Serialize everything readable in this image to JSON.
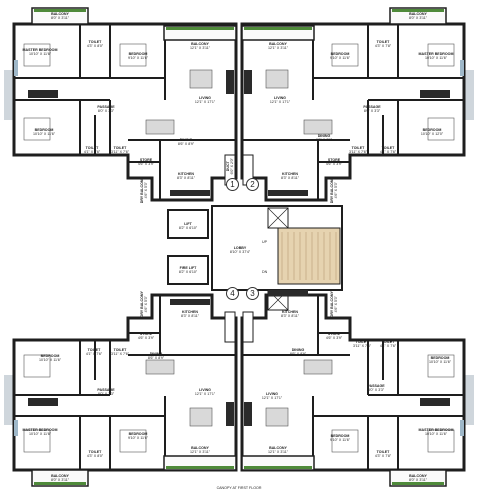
{
  "rooms": {
    "tl_balcony": {
      "name": "BALCONY",
      "dim": "8'0\" X 3'11\""
    },
    "tl_master": {
      "name": "MASTER BEDROOM",
      "dim": "10'10\" X 11'6\""
    },
    "tl_toilet_top": {
      "name": "TOILET",
      "dim": "4'3\" X 8'0\""
    },
    "tl_bedroom1": {
      "name": "BEDROOM",
      "dim": "9'10\" X 11'6\""
    },
    "tl_balcony2": {
      "name": "BALCONY",
      "dim": "12'1\" X 3'11\""
    },
    "tl_living": {
      "name": "LIVING",
      "dim": "12'1\" X 17'1\""
    },
    "tl_passage": {
      "name": "PASSAGE",
      "dim": "8'0\" X 3'3\""
    },
    "tl_bedroom2": {
      "name": "BEDROOM",
      "dim": "10'10\" X 11'6\""
    },
    "tl_toilet_a": {
      "name": "TOILET",
      "dim": "4'1\" X 7'6\""
    },
    "tl_toilet_b": {
      "name": "TOILET",
      "dim": "3'11\" X 7'6\""
    },
    "tl_dining": {
      "name": "DINING",
      "dim": "8'6\" X 8'9\""
    },
    "tl_store": {
      "name": "STORE",
      "dim": "4'6\" X 3'9\""
    },
    "tl_kitchen": {
      "name": "KITCHEN",
      "dim": "8'3\" X 8'11\""
    },
    "tl_dry": {
      "name": "DRY BALCONY",
      "dim": "4'6\" X 5'3\""
    },
    "tr_balcony": {
      "name": "BALCONY",
      "dim": "8'0\" X 3'11\""
    },
    "tr_master": {
      "name": "MASTER BEDROOM",
      "dim": "10'10\" X 11'6\""
    },
    "tr_toilet_top": {
      "name": "TOILET",
      "dim": "4'3\" X 7'8\""
    },
    "tr_bedroom1": {
      "name": "BEDROOM",
      "dim": "9'10\" X 11'6\""
    },
    "tr_balcony2": {
      "name": "BALCONY",
      "dim": "12'1\" X 3'11\""
    },
    "tr_living": {
      "name": "LIVING",
      "dim": "12'1\" X 17'1\""
    },
    "tr_passage": {
      "name": "PASSAGE",
      "dim": "8'0\" X 3'3\""
    },
    "tr_bedroom2": {
      "name": "BEDROOM",
      "dim": "10'10\" X 12'0\""
    },
    "tr_toilet_a": {
      "name": "TOILET",
      "dim": "4'1\" X 7'6\""
    },
    "tr_toilet_b": {
      "name": "TOILET",
      "dim": "3'11\" X 7'6\""
    },
    "tr_dining": {
      "name": "DINING",
      "dim": "8'6\" X 8'9\""
    },
    "tr_store": {
      "name": "STORE",
      "dim": "4'6\" X 3'9\""
    },
    "tr_kitchen": {
      "name": "KITCHEN",
      "dim": "8'3\" X 8'11\""
    },
    "tr_dry": {
      "name": "DRY BALCONY",
      "dim": "4'6\" X 5'3\""
    },
    "lift1": {
      "name": "LIFT",
      "dim": "8'2\" X 6'10\""
    },
    "firelift": {
      "name": "FIRE LIFT",
      "dim": "8'2\" X 6'10\""
    },
    "lobby": {
      "name": "LOBBY",
      "dim": "8'10\" X 37'4\""
    },
    "ducts": {
      "name": "DUCT",
      "dim": "6'0\" X 2'0\""
    },
    "bl_dry": {
      "name": "DRY BALCONY",
      "dim": "4'6\" X 5'3\""
    },
    "bl_kitchen": {
      "name": "KITCHEN",
      "dim": "8'3\" X 8'11\""
    },
    "bl_store": {
      "name": "STORE",
      "dim": "4'6\" X 3'9\""
    },
    "bl_dining": {
      "name": "DINING",
      "dim": "8'6\" X 8'9\""
    },
    "bl_bedroom2": {
      "name": "BEDROOM",
      "dim": "10'10\" X 11'6\""
    },
    "bl_toilet_a": {
      "name": "TOILET",
      "dim": "4'1\" X 7'6\""
    },
    "bl_toilet_b": {
      "name": "TOILET",
      "dim": "3'11\" X 7'6\""
    },
    "bl_passage": {
      "name": "PASSAGE",
      "dim": "8'0\" X 3'3\""
    },
    "bl_living": {
      "name": "LIVING",
      "dim": "12'1\" X 17'1\""
    },
    "bl_master": {
      "name": "MASTER BEDROOM",
      "dim": "10'10\" X 11'6\""
    },
    "bl_bedroom1": {
      "name": "BEDROOM",
      "dim": "9'10\" X 11'6\""
    },
    "bl_toilet_bot": {
      "name": "TOILET",
      "dim": "4'3\" X 8'0\""
    },
    "bl_balcony": {
      "name": "BALCONY",
      "dim": "8'0\" X 3'11\""
    },
    "bl_balcony2": {
      "name": "BALCONY",
      "dim": "12'1\" X 3'11\""
    },
    "br_dry": {
      "name": "DRY BALCONY",
      "dim": "4'6\" X 5'3\""
    },
    "br_kitchen": {
      "name": "KITCHEN",
      "dim": "8'3\" X 8'11\""
    },
    "br_store": {
      "name": "STORE",
      "dim": "4'6\" X 3'9\""
    },
    "br_dining": {
      "name": "DINING",
      "dim": "8'6\" X 8'9\""
    },
    "br_bedroom2": {
      "name": "BEDROOM",
      "dim": "10'10\" X 11'6\""
    },
    "br_toilet_a": {
      "name": "TOILET",
      "dim": "3'11\" X 7'6\""
    },
    "br_toilet_b": {
      "name": "TOILET",
      "dim": "4'1\" X 7'6\""
    },
    "br_passage": {
      "name": "PASSAGE",
      "dim": "8'0\" X 3'3\""
    },
    "br_living": {
      "name": "LIVING",
      "dim": "12'1\" X 17'1\""
    },
    "br_master": {
      "name": "MASTER BEDROOM",
      "dim": "10'10\" X 11'6\""
    },
    "br_bedroom1": {
      "name": "BEDROOM",
      "dim": "9'10\" X 11'6\""
    },
    "br_toilet_bot": {
      "name": "TOILET",
      "dim": "4'3\" X 7'8\""
    },
    "br_balcony": {
      "name": "BALCONY",
      "dim": "8'0\" X 3'11\""
    },
    "br_balcony2": {
      "name": "BALCONY",
      "dim": "12'1\" X 3'11\""
    }
  },
  "flat_numbers": [
    "1",
    "2",
    "3",
    "4"
  ],
  "stair_up": "UP",
  "stair_dn": "DN",
  "canopy": "CANOPY AT FIRST FLOOR",
  "colors": {
    "wall": "#1e1e1e",
    "floor": "#ffffff",
    "wood": "#e9d9b8",
    "glass": "#9fb8c9",
    "green": "#4f8a3a",
    "stair": "#e6d3b0"
  }
}
